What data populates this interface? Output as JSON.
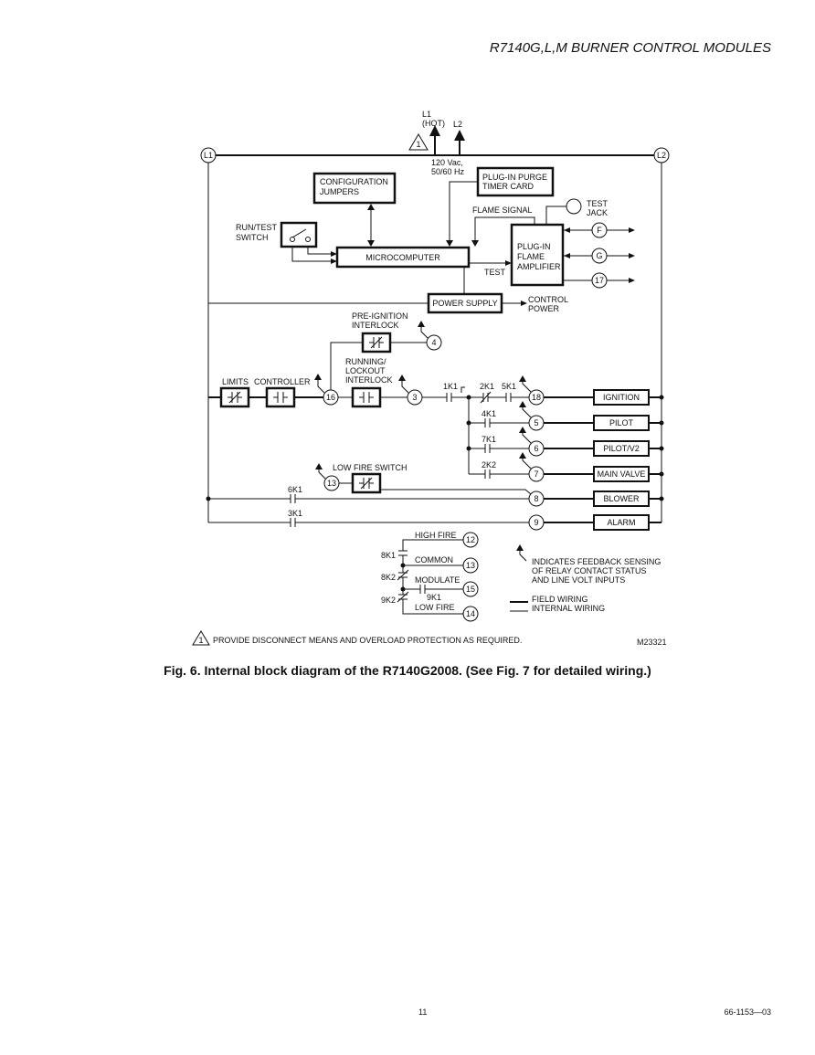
{
  "header": {
    "title": "R7140G,L,M BURNER CONTROL MODULES"
  },
  "diagram": {
    "supply": {
      "l1": "L1",
      "hot": "(HOT)",
      "l2": "L2",
      "volts": "120 Vac,",
      "freq": "50/60 Hz",
      "note_num": "1"
    },
    "rails": {
      "left": "L1",
      "right": "L2"
    },
    "blocks": {
      "config_1": "CONFIGURATION",
      "config_2": "JUMPERS",
      "purge_1": "PLUG-IN PURGE",
      "purge_2": "TIMER CARD",
      "runtest_1": "RUN/TEST",
      "runtest_2": "SWITCH",
      "micro": "MICROCOMPUTER",
      "flame_signal": "FLAME SIGNAL",
      "amp_1": "PLUG-IN",
      "amp_2": "FLAME",
      "amp_3": "AMPLIFIER",
      "test": "TEST",
      "test_jack_1": "TEST",
      "test_jack_2": "JACK",
      "power_supply": "POWER SUPPLY",
      "control_power_1": "CONTROL",
      "control_power_2": "POWER"
    },
    "terminals": {
      "F": "F",
      "G": "G",
      "t17": "17",
      "t4": "4",
      "t16": "16",
      "t3": "3",
      "t18": "18",
      "t5": "5",
      "t6": "6",
      "t7": "7",
      "t13": "13",
      "t8": "8",
      "t9": "9",
      "t12": "12",
      "t13b": "13",
      "t15": "15",
      "t14": "14"
    },
    "labels": {
      "preign_1": "PRE-IGNITION",
      "preign_2": "INTERLOCK",
      "running_1": "RUNNING/",
      "running_2": "LOCKOUT",
      "running_3": "INTERLOCK",
      "limits": "LIMITS",
      "controller": "CONTROLLER",
      "low_fire_switch": "LOW FIRE SWITCH",
      "high_fire": "HIGH FIRE",
      "common": "COMMON",
      "modulate": "MODULATE",
      "low_fire": "LOW FIRE"
    },
    "contacts": {
      "k1": "1K1",
      "k2_1": "2K1",
      "k5": "5K1",
      "k4": "4K1",
      "k7": "7K1",
      "k2_2": "2K2",
      "k6": "6K1",
      "k3": "3K1",
      "k8": "8K1",
      "k8_2": "8K2",
      "k9": "9K1",
      "k9_2": "9K2"
    },
    "outputs": {
      "ignition": "IGNITION",
      "pilot": "PILOT",
      "pilot_v2": "PILOT/V2",
      "main_valve": "MAIN VALVE",
      "blower": "BLOWER",
      "alarm": "ALARM"
    },
    "legend": {
      "feedback_1": "INDICATES FEEDBACK SENSING",
      "feedback_2": "OF RELAY CONTACT STATUS",
      "feedback_3": "AND LINE VOLT INPUTS",
      "field": "FIELD WIRING",
      "internal": "INTERNAL WIRING"
    },
    "note": {
      "num": "1",
      "text": "PROVIDE DISCONNECT MEANS AND OVERLOAD PROTECTION AS REQUIRED."
    },
    "drawing_id": "M23321"
  },
  "caption": "Fig. 6. Internal block diagram of the R7140G2008. (See Fig. 7 for detailed wiring.)",
  "footer": {
    "page": "11",
    "doc": "66-1153—03"
  }
}
